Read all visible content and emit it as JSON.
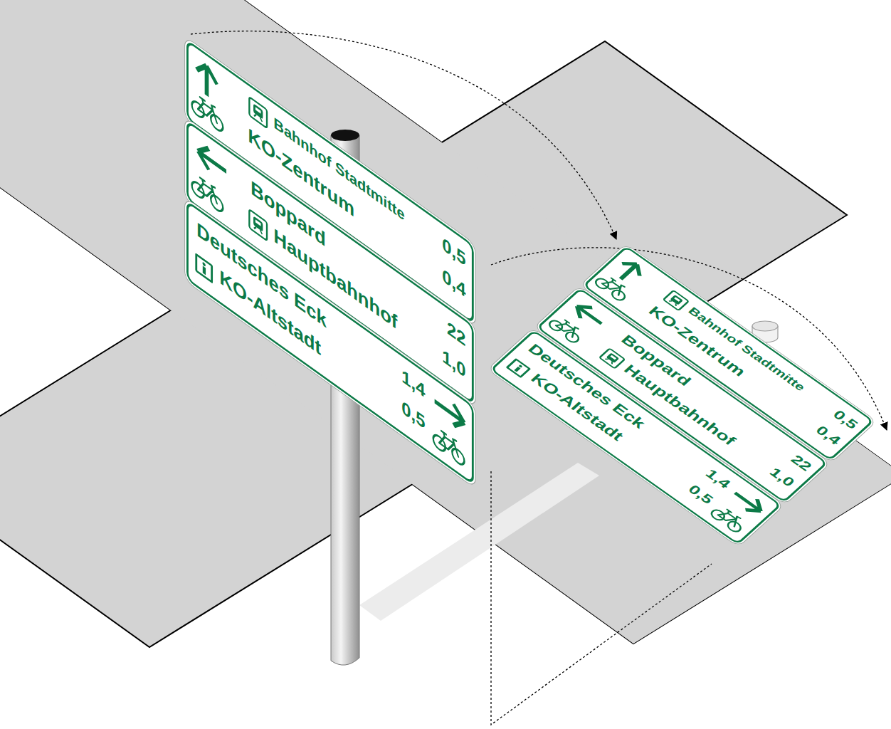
{
  "diagram": {
    "nodes": [
      {
        "text": [
          "Bahnhof Stadtmitte",
          "KO-Zentrum",
          "0,5",
          "0,4"
        ]
      },
      {
        "text": [
          "Boppard",
          "Hauptbahnhof",
          "22",
          "1,0"
        ]
      },
      {
        "text": [
          "Deutsches Eck",
          "KO-Altstadt",
          "1,4",
          "0,5"
        ]
      },
      {
        "text": [
          "Bahnhof Stadtmitte",
          "KO-Zentrum",
          "0,5",
          "0,4"
        ]
      },
      {
        "text": [
          "Boppard",
          "Hauptbahnhof",
          "22",
          "1,0"
        ]
      },
      {
        "text": [
          "Deutsches Eck",
          "KO-Altstadt",
          "1,4",
          "0,5"
        ]
      }
    ]
  }
}
